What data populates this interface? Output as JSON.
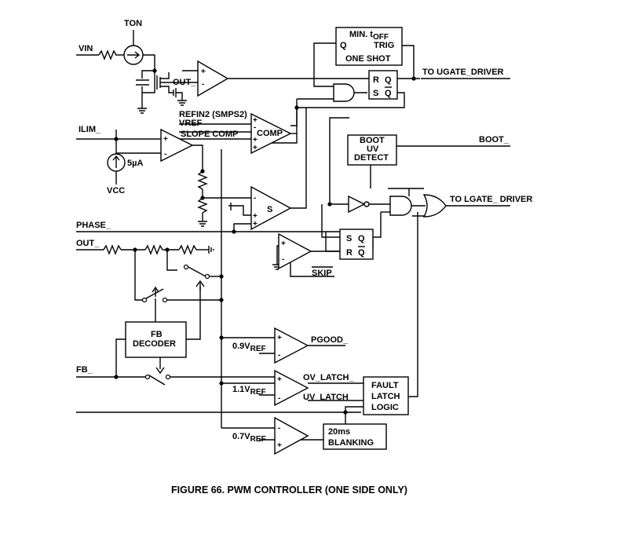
{
  "labels": {
    "ton": "TON",
    "vin": "VIN",
    "out_sense": "OUT_",
    "refin2": "REFIN2 (SMPS2)",
    "vref": "VREF",
    "slope_comp": "SLOPE COMP",
    "comp": "COMP",
    "ilim": "ILIM_",
    "i5ua": "5µA",
    "vcc": "VCC",
    "phase": "PHASE_",
    "out": "OUT_",
    "fb": "FB_",
    "skip": "SKIP",
    "to_ugate": "TO UGATE_DRIVER",
    "to_lgate": "TO LGATE_ DRIVER",
    "boot": "BOOT_",
    "pgood": "PGOOD_",
    "ov_latch": "OV_LATCH_",
    "uv_latch": "UV_LATCH_",
    "s_block": "S",
    "ref09": "0.9V",
    "ref11": "1.1V",
    "ref07": "0.7V",
    "ref_sub": "REF",
    "plus": "+",
    "minus": "-"
  },
  "blocks": {
    "one_shot": {
      "line1": "MIN. t",
      "line1_sub": "OFF",
      "q": "Q",
      "trig": "TRIG",
      "title": "ONE SHOT"
    },
    "ff_top": {
      "r": "R",
      "q": "Q",
      "s": "S",
      "qbar": "Q"
    },
    "ff_bot": {
      "s": "S",
      "q": "Q",
      "r": "R",
      "qbar": "Q"
    },
    "boot_uv": [
      "BOOT",
      "UV",
      "DETECT"
    ],
    "fb_decoder": [
      "FB",
      "DECODER"
    ],
    "fault_latch": [
      "FAULT",
      "LATCH",
      "LOGIC"
    ],
    "blanking": [
      "20ms",
      "BLANKING"
    ]
  },
  "caption": "FIGURE 66.  PWM CONTROLLER (ONE SIDE ONLY)"
}
